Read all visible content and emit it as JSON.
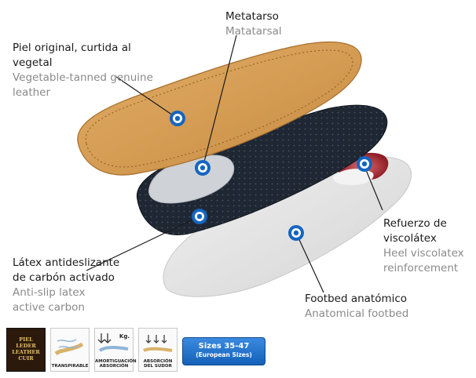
{
  "labels": {
    "metatarso": {
      "es": "Metatarso",
      "en": "Matatarsal"
    },
    "piel": {
      "es_line1": "Piel original, curtida al",
      "es_line2": "vegetal",
      "en_line1": "Vegetable-tanned genuine",
      "en_line2": "leather"
    },
    "refuerzo": {
      "es_line1": "Refuerzo de",
      "es_line2": "viscolátex",
      "en_line1": "Heel viscolatex",
      "en_line2": "reinforcement"
    },
    "latex": {
      "es_line1": "Látex antideslizante",
      "es_line2": "de carbón activado",
      "en_line1": "Anti-slip latex",
      "en_line2": "active carbon"
    },
    "footbed": {
      "es": "Footbed anatómico",
      "en": "Anatomical footbed"
    }
  },
  "badges": {
    "leather": {
      "line1": "PIEL",
      "line2": "LEDER",
      "line3": "LEATHER",
      "line4": "CUIR"
    },
    "transpirable": "TRANSPIRABLE",
    "amortiguacion": {
      "line1": "AMORTIGUACIÓN",
      "line2": "ABSORCIÓN",
      "kg": "Kg."
    },
    "absorcion": {
      "line1": "ABSORCIÓN",
      "line2": "DEL SUDOR"
    }
  },
  "sizes": {
    "line1": "Sizes 35-47",
    "line2": "(European Sizes)"
  },
  "colors": {
    "leather": "#d59a52",
    "black_layer": "#1f2733",
    "footbed": "#e6e6e6",
    "heel_pad": "#b8323a",
    "marker_blue": "#1565c0",
    "sizes_button": "#1d6cc6"
  }
}
